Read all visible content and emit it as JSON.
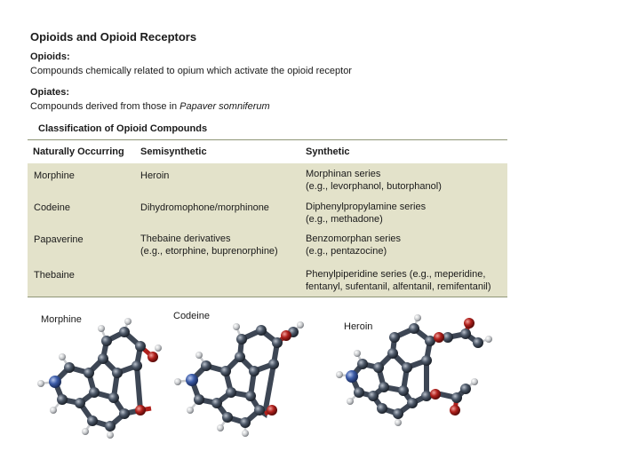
{
  "heading": "Opioids and Opioid Receptors",
  "definitions": [
    {
      "term": "Opioids:",
      "text": "Compounds chemically related to opium which activate the opioid receptor"
    },
    {
      "term": "Opiates:",
      "text_plain": "Compounds derived from those in ",
      "text_italic": "Papaver somniferum"
    }
  ],
  "table": {
    "title": "Classification of Opioid Compounds",
    "headers": [
      "Naturally Occurring",
      "Semisynthetic",
      "Synthetic"
    ],
    "rows": [
      {
        "natural": "Morphine",
        "semi": [
          "Heroin"
        ],
        "synthetic": [
          "Morphinan series",
          "(e.g., levorphanol, butorphanol)"
        ]
      },
      {
        "natural": "Codeine",
        "semi": [
          "Dihydromophone/morphinone"
        ],
        "synthetic": [
          "Diphenylpropylamine series",
          "(e.g., methadone)"
        ]
      },
      {
        "natural": "Papaverine",
        "semi": [
          "Thebaine derivatives",
          "(e.g., etorphine, buprenorphine)"
        ],
        "synthetic": [
          "Benzomorphan series",
          "(e.g., pentazocine)"
        ]
      },
      {
        "natural": "Thebaine",
        "semi": [],
        "synthetic": [
          "Phenylpiperidine series (e.g., meperidine,",
          "fentanyl, sufentanil, alfentanil, remifentanil)"
        ]
      }
    ]
  },
  "molecules": [
    {
      "label": "Morphine"
    },
    {
      "label": "Codeine"
    },
    {
      "label": "Heroin"
    }
  ],
  "colors": {
    "table_fill": "#e3e2ca",
    "table_rule": "#8f9677",
    "carbon": "#3d4654",
    "oxygen": "#b0201c",
    "nitrogen": "#3c5ca8",
    "hydrogen": "#c8cacd"
  }
}
